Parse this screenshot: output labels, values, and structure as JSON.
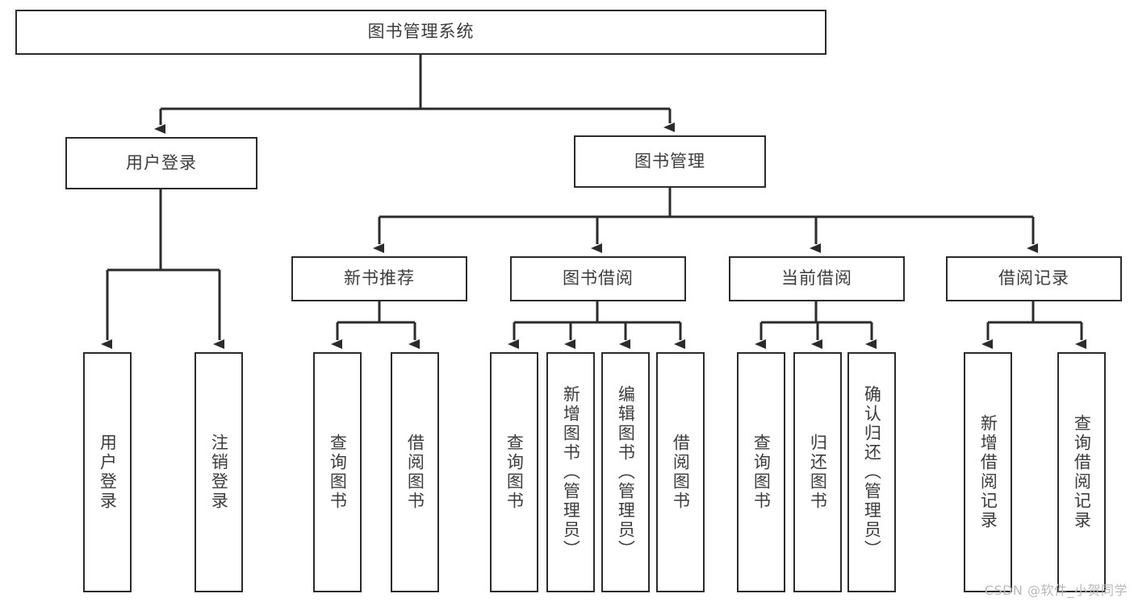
{
  "diagram": {
    "type": "tree-hierarchy-chart",
    "title": "图书管理系统",
    "watermark": "CSDN @软件_小贺同学",
    "colors": {
      "stroke": "#2b2b2b",
      "fill": "#ffffff",
      "text": "#3c3c3c",
      "watermark": "#b9b9b9"
    },
    "nodes": {
      "root": {
        "label": "图书管理系统",
        "orientation": "horizontal"
      },
      "level1": [
        {
          "id": "user-login",
          "label": "用户登录",
          "orientation": "horizontal"
        },
        {
          "id": "book-management",
          "label": "图书管理",
          "orientation": "horizontal"
        }
      ],
      "level2": [
        {
          "id": "new-book-recommend",
          "label": "新书推荐",
          "orientation": "horizontal"
        },
        {
          "id": "book-borrow",
          "label": "图书借阅",
          "orientation": "horizontal"
        },
        {
          "id": "current-borrow",
          "label": "当前借阅",
          "orientation": "horizontal"
        },
        {
          "id": "borrow-record",
          "label": "借阅记录",
          "orientation": "horizontal"
        }
      ],
      "leaves": [
        {
          "id": "leaf-user-login",
          "label": "用户登录",
          "parent": "user-login",
          "orientation": "vertical"
        },
        {
          "id": "leaf-logout-login",
          "label": "注销登录",
          "parent": "user-login",
          "orientation": "vertical"
        },
        {
          "id": "leaf-query-book-1",
          "label": "查询图书",
          "parent": "new-book-recommend",
          "orientation": "vertical"
        },
        {
          "id": "leaf-borrow-book-1",
          "label": "借阅图书",
          "parent": "new-book-recommend",
          "orientation": "vertical"
        },
        {
          "id": "leaf-query-book-2",
          "label": "查询图书",
          "parent": "book-borrow",
          "orientation": "vertical"
        },
        {
          "id": "leaf-add-book",
          "label": "新增图书（管理员）",
          "parent": "book-borrow",
          "orientation": "vertical"
        },
        {
          "id": "leaf-edit-book",
          "label": "编辑图书（管理员）",
          "parent": "book-borrow",
          "orientation": "vertical"
        },
        {
          "id": "leaf-borrow-book-2",
          "label": "借阅图书",
          "parent": "book-borrow",
          "orientation": "vertical"
        },
        {
          "id": "leaf-query-book-3",
          "label": "查询图书",
          "parent": "current-borrow",
          "orientation": "vertical"
        },
        {
          "id": "leaf-return-book",
          "label": "归还图书",
          "parent": "current-borrow",
          "orientation": "vertical"
        },
        {
          "id": "leaf-confirm-return",
          "label": "确认归还（管理员）",
          "parent": "current-borrow",
          "orientation": "vertical"
        },
        {
          "id": "leaf-add-record",
          "label": "新增借阅记录",
          "parent": "borrow-record",
          "orientation": "vertical"
        },
        {
          "id": "leaf-query-record",
          "label": "查询借阅记录",
          "parent": "borrow-record",
          "orientation": "vertical"
        }
      ]
    }
  }
}
